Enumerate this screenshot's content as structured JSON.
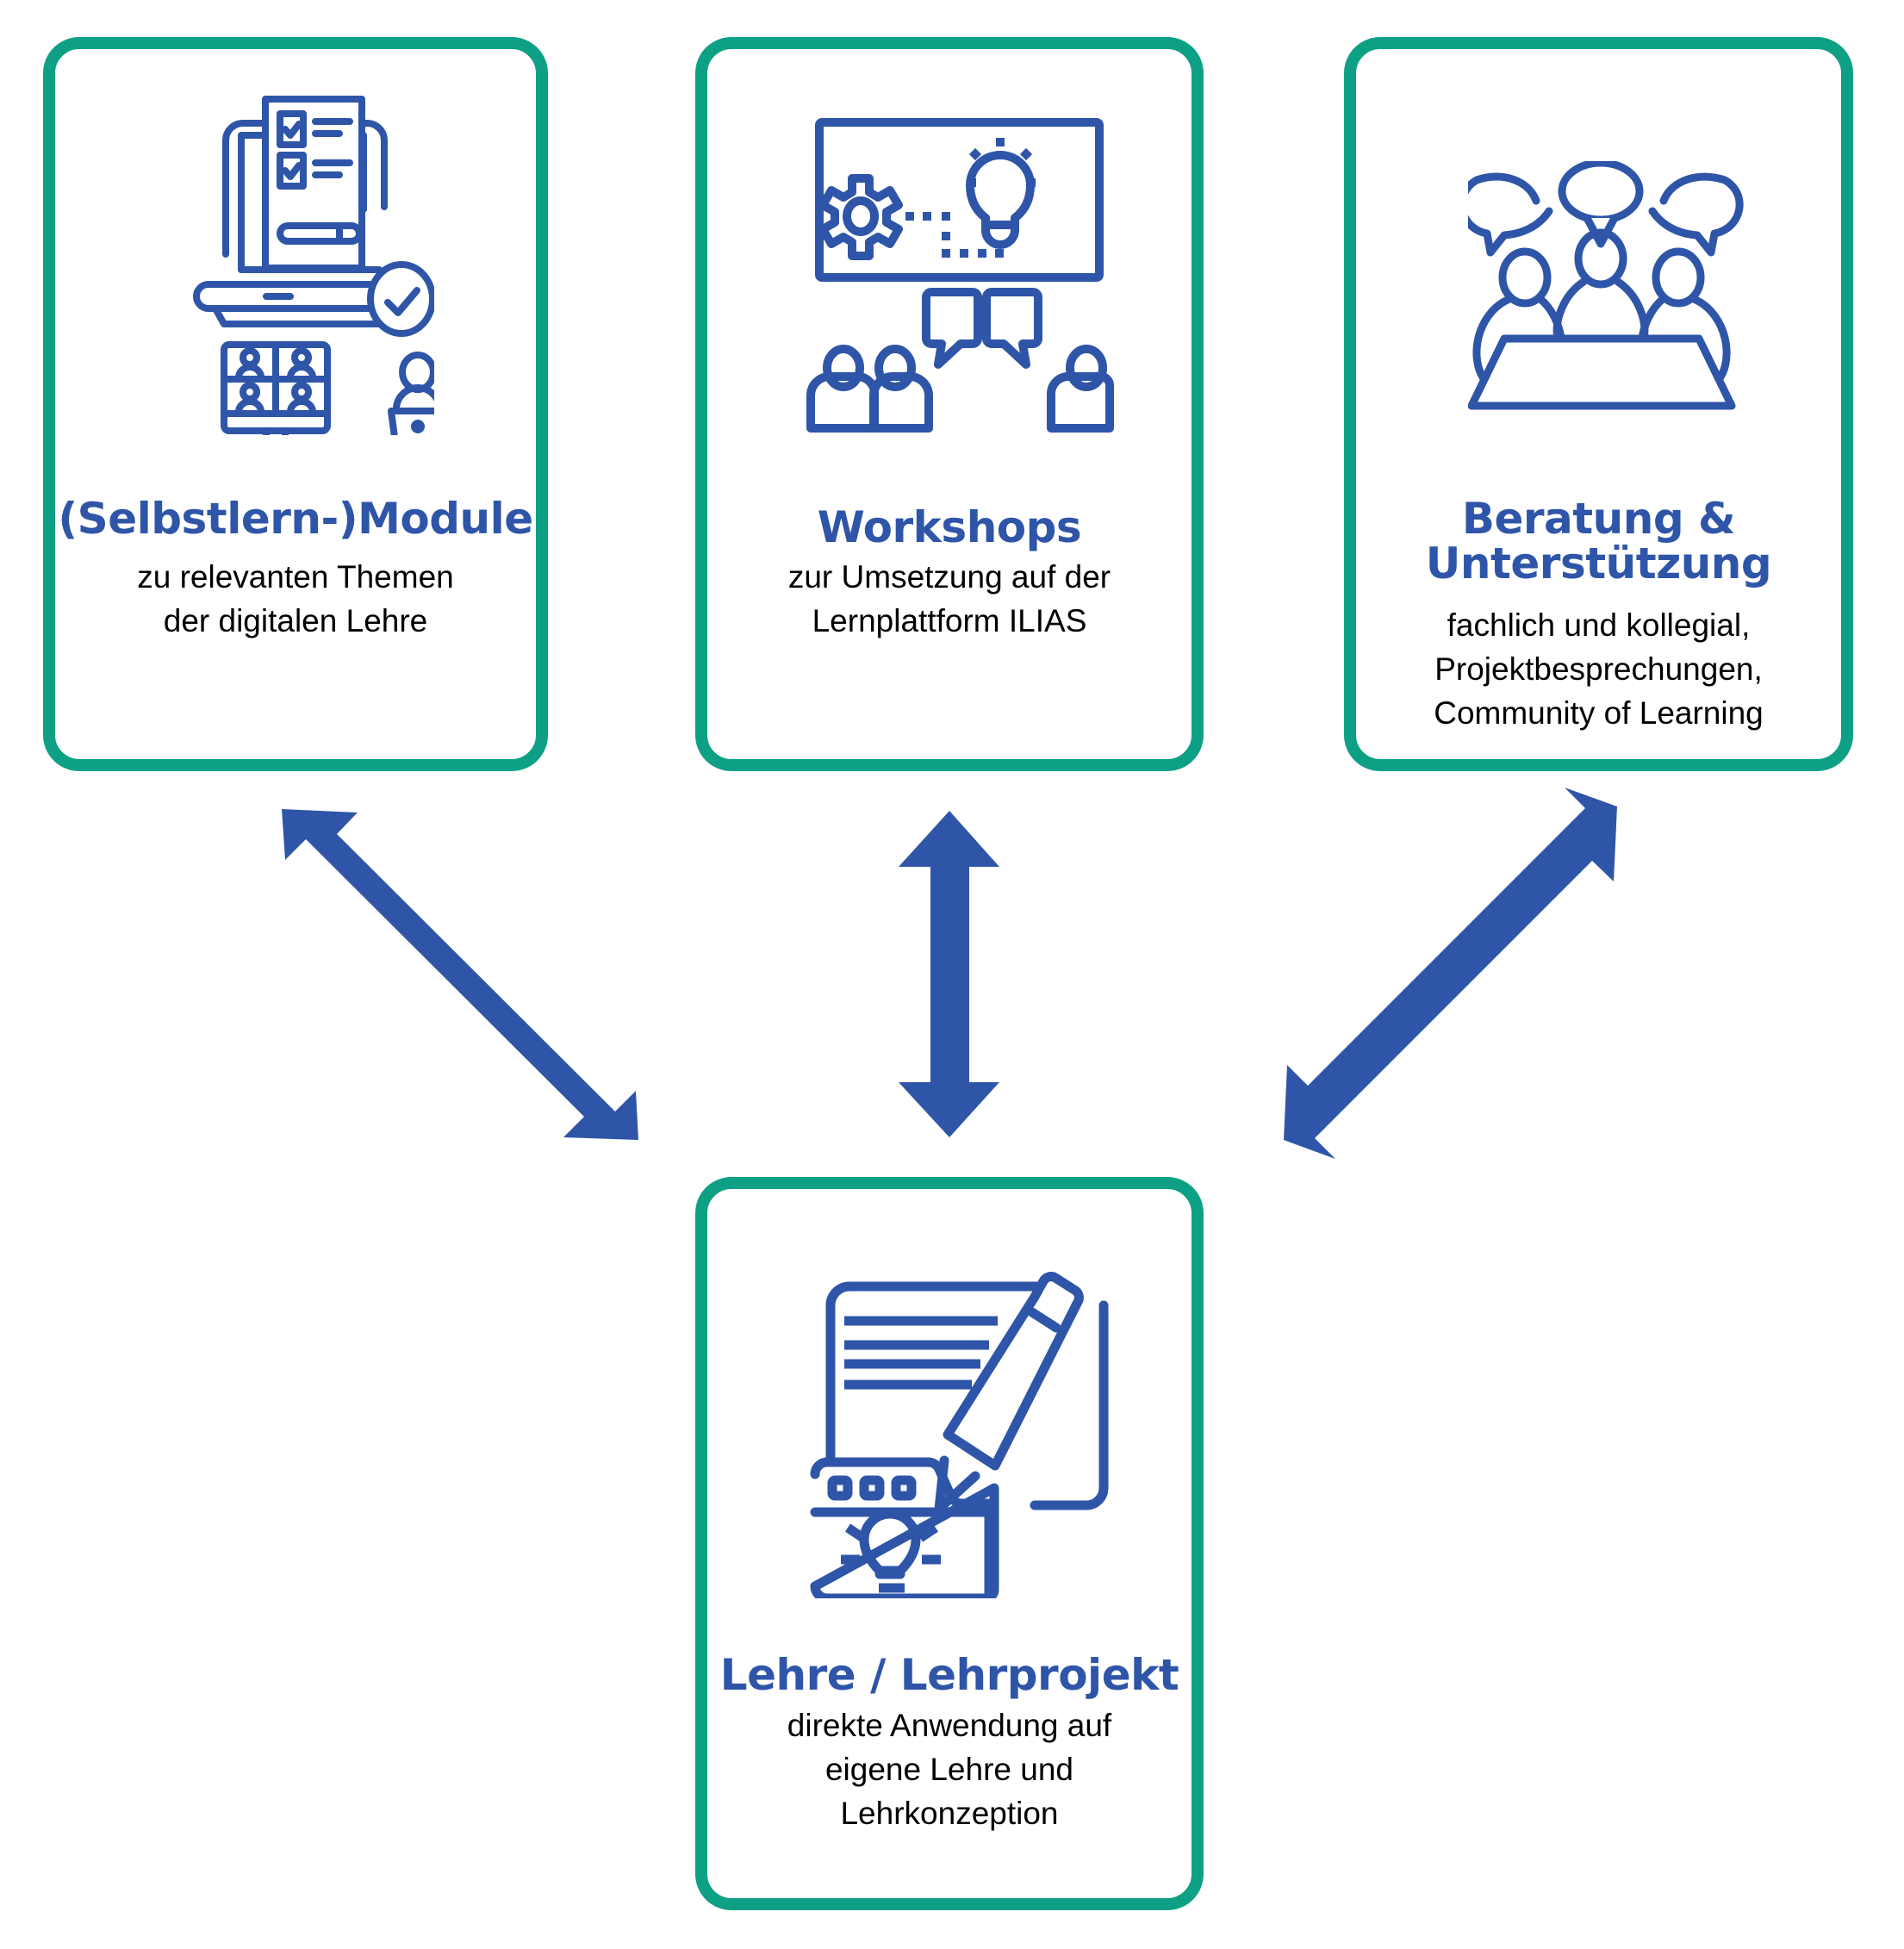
{
  "colors": {
    "box_border": "#0ea084",
    "accent_blue": "#2f55a8",
    "body_text": "#000000",
    "background": "#ffffff"
  },
  "boxes": [
    {
      "id": "selbstlern-module",
      "icon": "laptop-checklist-video-call-icon",
      "title": "(Selbstlern-)Module",
      "lines": [
        "zu relevanten Themen",
        "der digitalen Lehre"
      ]
    },
    {
      "id": "workshops",
      "icon": "presentation-board-team-icon",
      "title": "Workshops",
      "lines": [
        "zur Umsetzung auf der",
        "Lernplattform ILIAS"
      ]
    },
    {
      "id": "beratung",
      "icon": "meeting-table-discussion-icon",
      "title_lines": [
        "Beratung &",
        "Unterstützung"
      ],
      "lines": [
        "fachlich und kollegial,",
        "Projektbesprechungen,",
        "Community of Learning"
      ]
    },
    {
      "id": "lehre",
      "icon": "document-pencil-idea-icon",
      "title": "Lehre / Lehrprojekt",
      "lines": [
        "direkte Anwendung auf",
        "eigene Lehre und",
        "Lehrkonzeption"
      ]
    }
  ],
  "connections": [
    {
      "from": "selbstlern-module",
      "to": "lehre",
      "type": "bidirectional-arrow"
    },
    {
      "from": "workshops",
      "to": "lehre",
      "type": "bidirectional-arrow"
    },
    {
      "from": "beratung",
      "to": "lehre",
      "type": "bidirectional-arrow"
    }
  ]
}
